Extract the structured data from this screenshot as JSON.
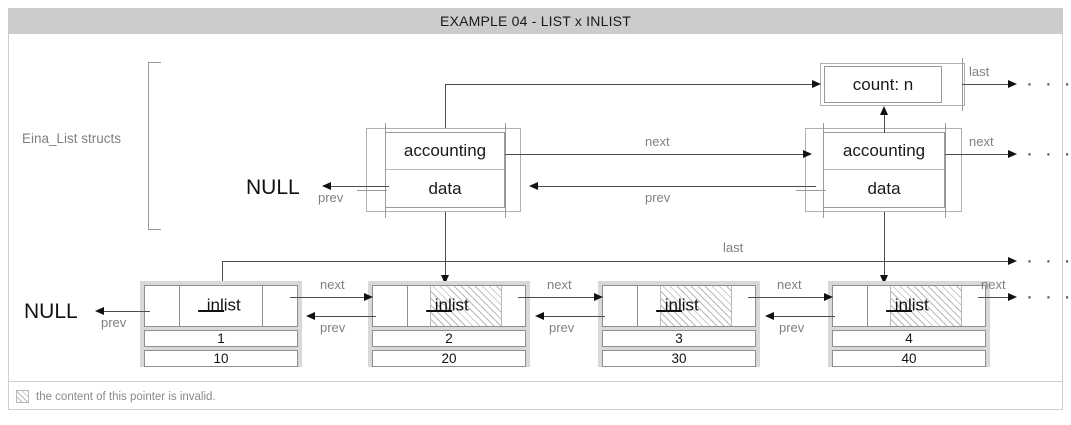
{
  "title": "EXAMPLE 04 - LIST x INLIST",
  "group_label": "Eina_List structs",
  "null_labels": {
    "top": "NULL",
    "bottom": "NULL"
  },
  "ellipsis": "· · ·",
  "count_box": {
    "text": "count: n"
  },
  "list_nodes": [
    {
      "top": "accounting",
      "bottom": "data"
    },
    {
      "top": "accounting",
      "bottom": "data"
    }
  ],
  "inlist_nodes": [
    {
      "pointer": "inlist",
      "value1": "1",
      "value2": "10",
      "invalid": false
    },
    {
      "pointer": "inlist",
      "value1": "2",
      "value2": "20",
      "invalid": true
    },
    {
      "pointer": "inlist",
      "value1": "3",
      "value2": "30",
      "invalid": true
    },
    {
      "pointer": "inlist",
      "value1": "4",
      "value2": "40",
      "invalid": true
    }
  ],
  "edge_labels": {
    "last_top": "last",
    "next_top": "next",
    "next_right_mid": "next",
    "prev_mid": "prev",
    "prev_left": "prev",
    "last_bottom": "last",
    "next1": "next",
    "next2": "next",
    "next3": "next",
    "next4": "next",
    "prev1": "prev",
    "prev2": "prev",
    "prev3": "prev",
    "prev_bottom_left": "prev"
  },
  "legend": {
    "text": "the content of this pointer is invalid."
  },
  "colors": {
    "title_bg": "#cccccc",
    "node_border": "#d9d9d9",
    "line": "#4d4d4d",
    "label": "#808080"
  }
}
